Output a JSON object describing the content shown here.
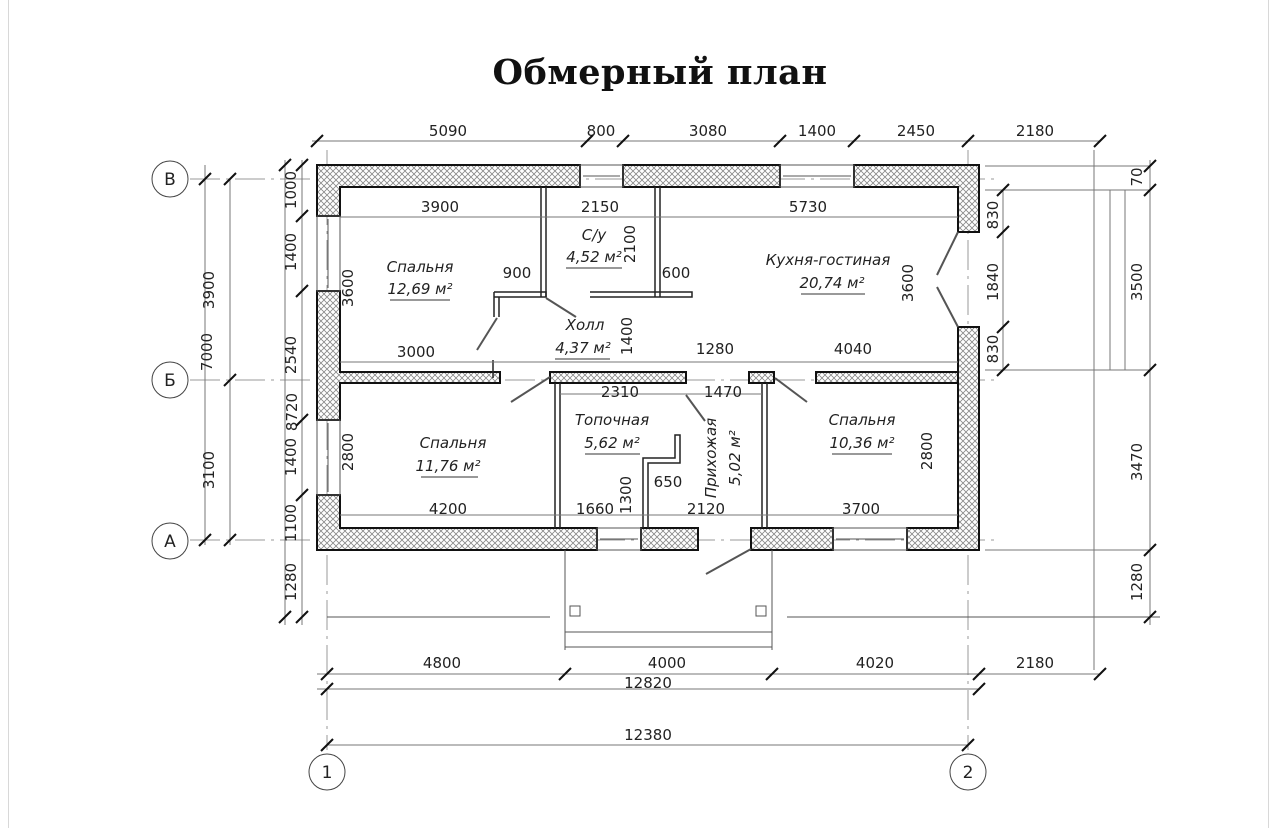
{
  "title": "Обмерный план",
  "axes": {
    "rows": [
      "В",
      "Б",
      "А"
    ],
    "columns": [
      "1",
      "2"
    ]
  },
  "rooms": [
    {
      "name": "Спальня",
      "area": "12,69 м²"
    },
    {
      "name": "С/у",
      "area": "4,52 м²"
    },
    {
      "name": "Кухня-гостиная",
      "area": "20,74 м²"
    },
    {
      "name": "Холл",
      "area": "4,37 м²"
    },
    {
      "name": "Спальня",
      "area": "11,76 м²"
    },
    {
      "name": "Топочная",
      "area": "5,62 м²"
    },
    {
      "name": "Прихожая",
      "area": "5,02 м²"
    },
    {
      "name": "Спальня",
      "area": "10,36 м²"
    }
  ],
  "dimensions": {
    "top_chain": [
      "5090",
      "800",
      "3080",
      "1400",
      "2450",
      "2180"
    ],
    "top_inner": [
      "3900",
      "2150",
      "5730"
    ],
    "left_outer": [
      "7000",
      "8720"
    ],
    "left_axes": [
      "3900",
      "3100"
    ],
    "left_chain": [
      "1000",
      "1400",
      "2540",
      "1400",
      "1100",
      "1280"
    ],
    "right_chain": [
      "830",
      "1840",
      "830"
    ],
    "right_outer": [
      "70",
      "3500",
      "3470",
      "1280"
    ],
    "interior": {
      "bedroom1_height": "3600",
      "hall_door": "900",
      "bathroom_height": "2100",
      "bath_wall": "600",
      "bedroom1_width": "3000",
      "hall_height": "1400",
      "kitchen_left": "1280",
      "kitchen_right": "4040",
      "kitchen_height": "3600",
      "boiler_width": "2310",
      "hallway_width": "1470",
      "bedroom2_height": "2800",
      "bedroom2_width": "4200",
      "boiler_bottom": "1660",
      "boiler_height": "1300",
      "niche": "650",
      "hallway_bottom": "2120",
      "bedroom3_width": "3700",
      "bedroom3_height": "2800"
    },
    "bottom_chain": [
      "4800",
      "4000",
      "4020",
      "2180"
    ],
    "bottom_total": "12820",
    "axis_total": "12380"
  }
}
